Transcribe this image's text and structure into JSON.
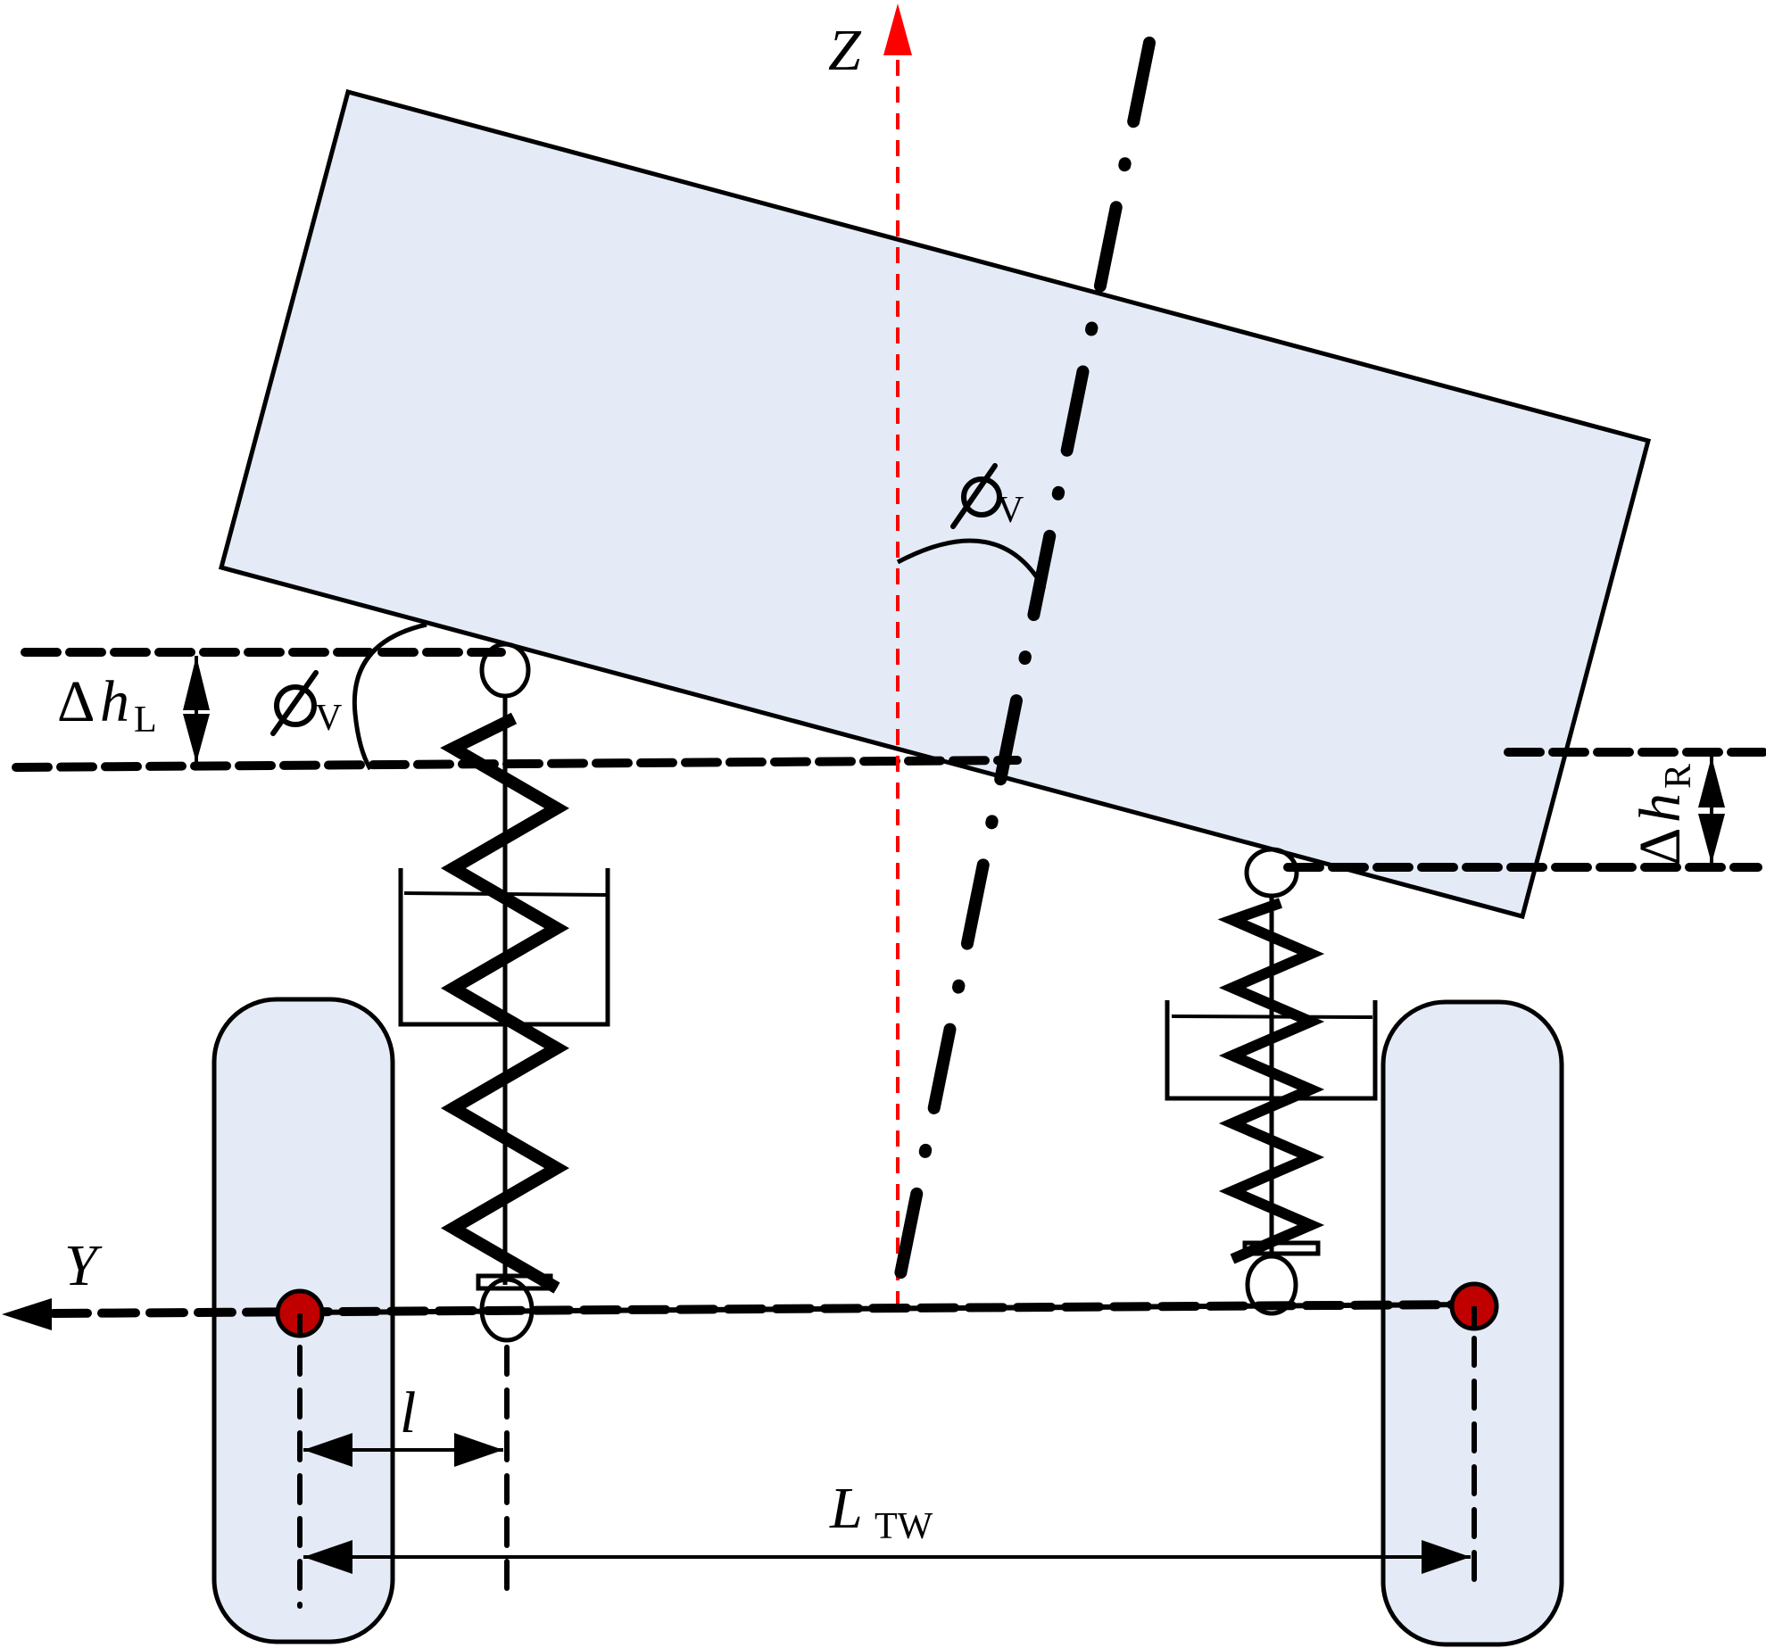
{
  "title": "Vehicle roll model with suspension (rear view)",
  "colors": {
    "body_fill": "#E4EBF6",
    "wheel_fill": "#E4EBF6",
    "outline": "#000000",
    "z_axis": "#FF0000",
    "hub": "#C00000"
  },
  "labels": {
    "z_axis": "Z",
    "y_axis": "Y",
    "roll_angle_top": {
      "symbol": "ϕ",
      "subscript": "V"
    },
    "roll_angle_left": {
      "symbol": "ϕ",
      "subscript": "V"
    },
    "delta_h_left": {
      "delta": "Δ",
      "symbol": "h",
      "subscript": "L"
    },
    "delta_h_right": {
      "delta": "Δ",
      "symbol": "h",
      "subscript": "R"
    },
    "lever_arm": "l",
    "track_width": {
      "symbol": "L",
      "subscript": "TW"
    }
  },
  "components": [
    "sprung-mass-body",
    "left-wheel",
    "right-wheel",
    "left-spring-damper",
    "right-spring-damper",
    "axle",
    "roll-axis-centerline"
  ]
}
